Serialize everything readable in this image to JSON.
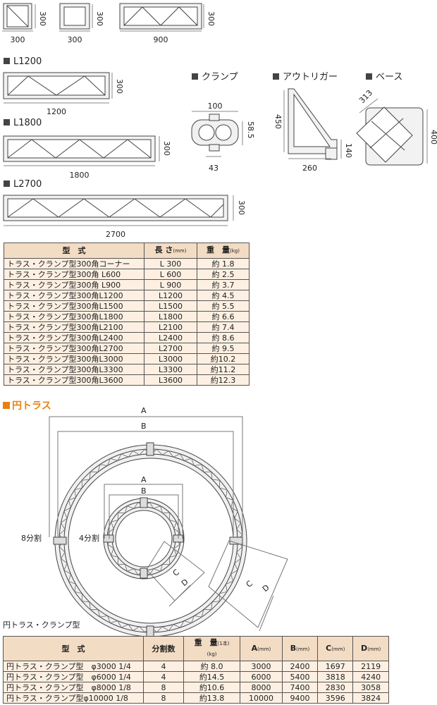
{
  "top_dims": {
    "w1": "300",
    "h1": "300",
    "w2": "300",
    "h2": "300",
    "w3": "900",
    "h3": "300"
  },
  "sections": {
    "l1200": {
      "title": "L1200",
      "width": "1200",
      "height": "300"
    },
    "l1800": {
      "title": "L1800",
      "width": "1800",
      "height": "300"
    },
    "l2700": {
      "title": "L2700",
      "width": "2700",
      "height": "300"
    }
  },
  "clamp": {
    "title": "クランプ",
    "w": "100",
    "h": "58.5",
    "bottom": "43"
  },
  "outrigger": {
    "title": "アウトリガー",
    "h": "450",
    "w": "260",
    "small": "140"
  },
  "base": {
    "title": "ベース",
    "diag": "313",
    "side": "400"
  },
  "spec_table": {
    "headers": {
      "model": "型　式",
      "length": "長 さ",
      "length_unit": "(mm)",
      "weight": "重　量",
      "weight_unit": "(kg)"
    },
    "rows": [
      {
        "model": "トラス・クランプ型300角コーナー",
        "length": "L 300",
        "weight": "約 1.8"
      },
      {
        "model": "トラス・クランプ型300角 L600",
        "length": "L 600",
        "weight": "約 2.5"
      },
      {
        "model": "トラス・クランプ型300角 L900",
        "length": "L 900",
        "weight": "約 3.7"
      },
      {
        "model": "トラス・クランプ型300角L1200",
        "length": "L1200",
        "weight": "約 4.5"
      },
      {
        "model": "トラス・クランプ型300角L1500",
        "length": "L1500",
        "weight": "約 5.5"
      },
      {
        "model": "トラス・クランプ型300角L1800",
        "length": "L1800",
        "weight": "約 6.6"
      },
      {
        "model": "トラス・クランプ型300角L2100",
        "length": "L2100",
        "weight": "約 7.4"
      },
      {
        "model": "トラス・クランプ型300角L2400",
        "length": "L2400",
        "weight": "約 8.6"
      },
      {
        "model": "トラス・クランプ型300角L2700",
        "length": "L2700",
        "weight": "約 9.5"
      },
      {
        "model": "トラス・クランプ型300角L3000",
        "length": "L3000",
        "weight": "約10.2"
      },
      {
        "model": "トラス・クランプ型300角L3300",
        "length": "L3300",
        "weight": "約11.2"
      },
      {
        "model": "トラス・クランプ型300角L3600",
        "length": "L3600",
        "weight": "約12.3"
      }
    ]
  },
  "ring": {
    "title": "円トラス",
    "outer": {
      "a": "A",
      "b": "B",
      "c": "C",
      "d": "D",
      "split": "8分割"
    },
    "inner": {
      "a": "A",
      "b": "B",
      "c": "C",
      "d": "D",
      "split": "4分割"
    },
    "caption": "円トラス・クランプ型"
  },
  "ring_table": {
    "headers": {
      "model": "型　式",
      "div": "分割数",
      "weight": "重　量",
      "weight_note": "(1本)",
      "weight_unit": "(kg)",
      "a": "A",
      "b": "B",
      "c": "C",
      "d": "D",
      "unit": "(mm)"
    },
    "rows": [
      {
        "model": "円トラス・クランプ型　φ3000 1/4",
        "div": "4",
        "weight": "約 8.0",
        "a": "3000",
        "b": "2400",
        "c": "1697",
        "d": "2119"
      },
      {
        "model": "円トラス・クランプ型　φ6000 1/4",
        "div": "4",
        "weight": "約14.5",
        "a": "6000",
        "b": "5400",
        "c": "3818",
        "d": "4240"
      },
      {
        "model": "円トラス・クランプ型　φ8000 1/8",
        "div": "8",
        "weight": "約10.6",
        "a": "8000",
        "b": "7400",
        "c": "2830",
        "d": "3058"
      },
      {
        "model": "円トラス・クランプ型φ10000 1/8",
        "div": "8",
        "weight": "約13.8",
        "a": "10000",
        "b": "9400",
        "c": "3596",
        "d": "3824"
      }
    ]
  }
}
